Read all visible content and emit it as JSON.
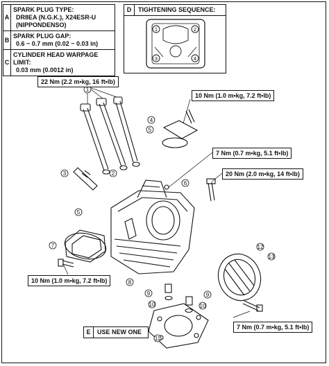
{
  "specs": [
    {
      "letter": "A",
      "title": "SPARK PLUG TYPE:",
      "values": [
        "DR8EA (N.G.K.), X24ESR-U",
        "(NIPPONDENSO)"
      ]
    },
    {
      "letter": "B",
      "title": "SPARK PLUG GAP:",
      "values": [
        "0.6 ~ 0.7 mm (0.02 ~ 0.03 in)"
      ]
    },
    {
      "letter": "C",
      "title": "CYLINDER HEAD WARPAGE LIMIT:",
      "values": [
        "0.03 mm (0.0012 in)"
      ]
    }
  ],
  "tightening": {
    "letter": "D",
    "title": "TIGHTENING SEQUENCE:",
    "sequence": [
      "1",
      "2",
      "3",
      "4"
    ]
  },
  "torques": {
    "t22": "22 Nm (2.2 m•kg, 16 ft•lb)",
    "t10a": "10 Nm (1.0 m•kg, 7.2 ft•lb)",
    "t7a": "7 Nm (0.7 m•kg, 5.1 ft•lb)",
    "t20": "20 Nm (2.0 m•kg, 14 ft•lb)",
    "t10b": "10 Nm (1.0 m•kg, 7.2 ft•lb)",
    "t7b": "7 Nm (0.7 m•kg, 5.1 ft•lb)"
  },
  "note": {
    "letter": "E",
    "text": "USE NEW ONE"
  },
  "callouts": [
    "1",
    "2",
    "3",
    "4",
    "5",
    "6",
    "5",
    "7",
    "8",
    "9",
    "10",
    "9",
    "10",
    "11",
    "12",
    "13"
  ]
}
